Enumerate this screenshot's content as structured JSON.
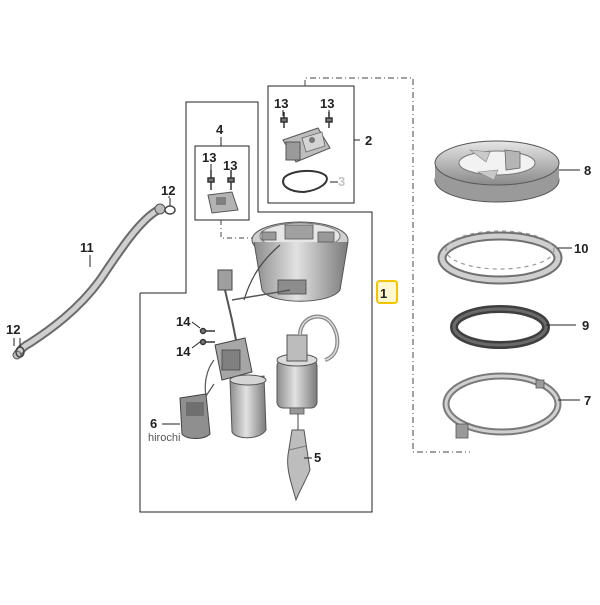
{
  "diagram": {
    "callouts": {
      "c1": "1",
      "c2": "2",
      "c3": "3",
      "c4": "4",
      "c5": "5",
      "c6": "6",
      "c7": "7",
      "c8": "8",
      "c9": "9",
      "c10": "10",
      "c11": "11",
      "c12a": "12",
      "c12b": "12",
      "c13a": "13",
      "c13b": "13",
      "c13c": "13",
      "c13d": "13",
      "c14a": "14",
      "c14b": "14"
    },
    "watermark": "hirochi",
    "colors": {
      "highlight": "#f2c500",
      "part_light": "#d9d9d9",
      "part_mid": "#a9a9a9",
      "part_dark": "#6e6e6e",
      "line": "#333333",
      "grey_label": "#c4c4c4"
    }
  }
}
